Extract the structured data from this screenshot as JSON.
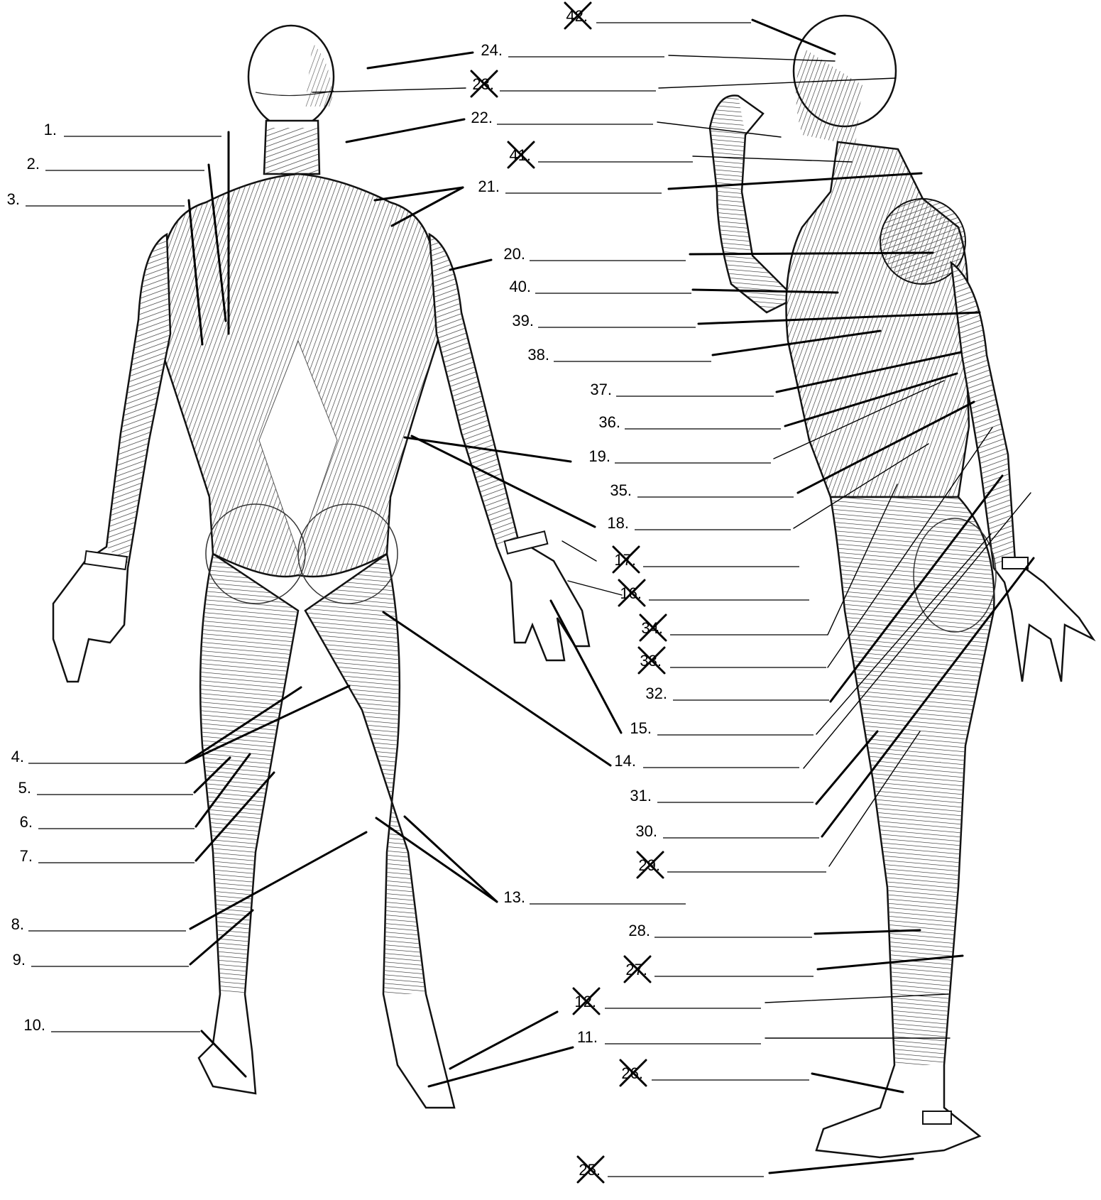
{
  "labels": [
    {
      "n": "1.",
      "crossed": false
    },
    {
      "n": "2.",
      "crossed": false
    },
    {
      "n": "3.",
      "crossed": false
    },
    {
      "n": "4.",
      "crossed": false
    },
    {
      "n": "5.",
      "crossed": false
    },
    {
      "n": "6.",
      "crossed": false
    },
    {
      "n": "7.",
      "crossed": false
    },
    {
      "n": "8.",
      "crossed": false
    },
    {
      "n": "9.",
      "crossed": false
    },
    {
      "n": "10.",
      "crossed": false
    },
    {
      "n": "11.",
      "crossed": false
    },
    {
      "n": "12.",
      "crossed": true
    },
    {
      "n": "13.",
      "crossed": false
    },
    {
      "n": "14.",
      "crossed": false
    },
    {
      "n": "15.",
      "crossed": false
    },
    {
      "n": "16.",
      "crossed": true
    },
    {
      "n": "17.",
      "crossed": true
    },
    {
      "n": "18.",
      "crossed": false
    },
    {
      "n": "19.",
      "crossed": false
    },
    {
      "n": "20.",
      "crossed": false
    },
    {
      "n": "21.",
      "crossed": false
    },
    {
      "n": "22.",
      "crossed": false
    },
    {
      "n": "23.",
      "crossed": true
    },
    {
      "n": "24.",
      "crossed": false
    },
    {
      "n": "25.",
      "crossed": true
    },
    {
      "n": "26.",
      "crossed": true
    },
    {
      "n": "27.",
      "crossed": true
    },
    {
      "n": "28.",
      "crossed": false
    },
    {
      "n": "29.",
      "crossed": true
    },
    {
      "n": "30.",
      "crossed": false
    },
    {
      "n": "31.",
      "crossed": false
    },
    {
      "n": "32.",
      "crossed": false
    },
    {
      "n": "33.",
      "crossed": true
    },
    {
      "n": "34.",
      "crossed": true
    },
    {
      "n": "35.",
      "crossed": false
    },
    {
      "n": "36.",
      "crossed": false
    },
    {
      "n": "37.",
      "crossed": false
    },
    {
      "n": "38.",
      "crossed": false
    },
    {
      "n": "39.",
      "crossed": false
    },
    {
      "n": "40.",
      "crossed": false
    },
    {
      "n": "41.",
      "crossed": true
    },
    {
      "n": "42.",
      "crossed": true
    }
  ],
  "colors": {
    "ink": "#000000",
    "paper": "#ffffff"
  },
  "figures": [
    "posterior-muscle-figure",
    "lateral-muscle-figure"
  ]
}
